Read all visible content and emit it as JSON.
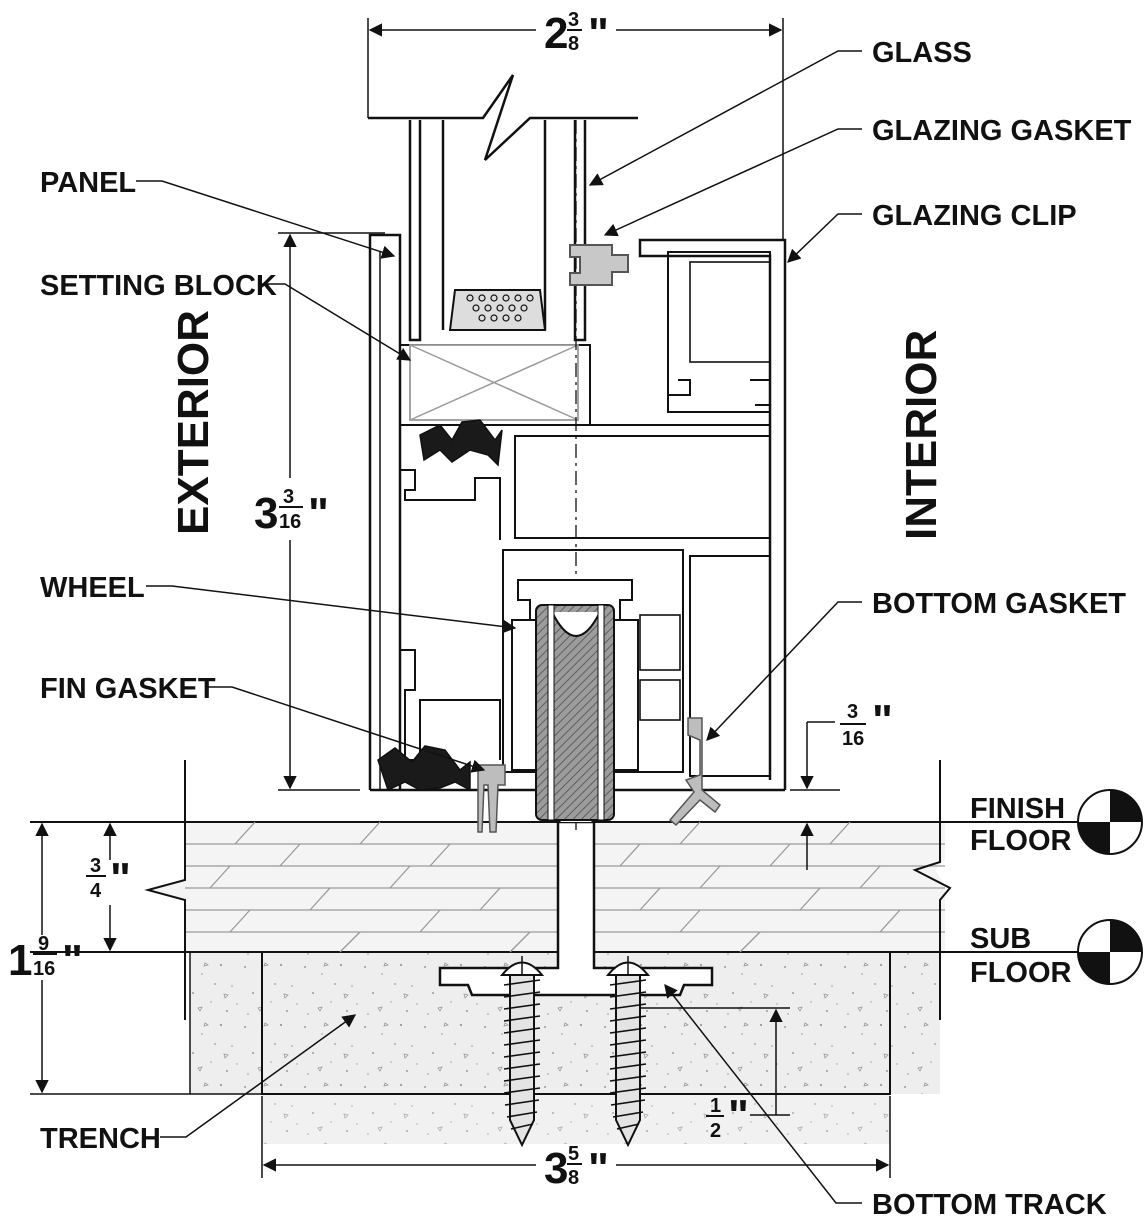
{
  "callouts": {
    "glass": "GLASS",
    "glazing_gasket": "GLAZING GASKET",
    "glazing_clip": "GLAZING CLIP",
    "panel": "PANEL",
    "setting_block": "SETTING BLOCK",
    "wheel": "WHEEL",
    "fin_gasket": "FIN GASKET",
    "bottom_gasket": "BOTTOM GASKET",
    "trench": "TRENCH",
    "bottom_track": "BOTTOM TRACK"
  },
  "sides": {
    "exterior": "EXTERIOR",
    "interior": "INTERIOR"
  },
  "levels": {
    "finish_floor": [
      "FINISH",
      "FLOOR"
    ],
    "sub_floor": [
      "SUB",
      "FLOOR"
    ]
  },
  "dimensions": {
    "top_width": {
      "whole": "2",
      "num": "3",
      "den": "8",
      "unit": "\""
    },
    "panel_height": {
      "whole": "3",
      "num": "3",
      "den": "16",
      "unit": "\""
    },
    "gap": {
      "num": "3",
      "den": "16",
      "unit": "\""
    },
    "floor_finish": {
      "num": "3",
      "den": "4",
      "unit": "\""
    },
    "floor_total": {
      "whole": "1",
      "num": "9",
      "den": "16",
      "unit": "\""
    },
    "screw_depth": {
      "num": "1",
      "den": "2",
      "unit": "\""
    },
    "trench_width": {
      "whole": "3",
      "num": "5",
      "den": "8",
      "unit": "\""
    }
  }
}
